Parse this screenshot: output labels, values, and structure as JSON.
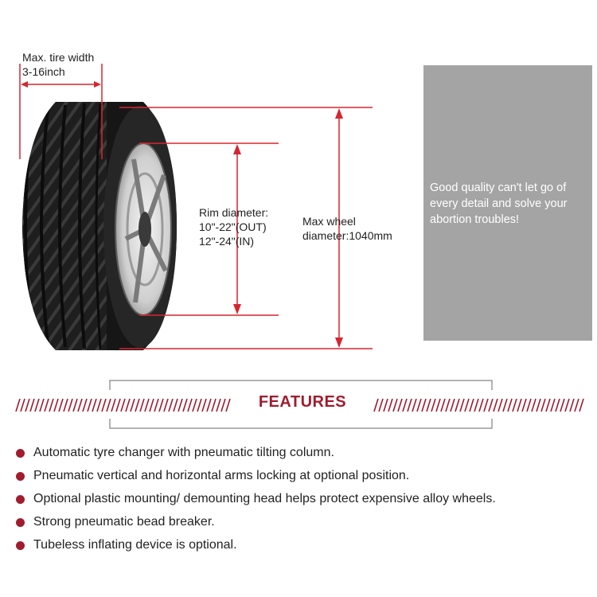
{
  "tire_diagram": {
    "tire_width_label": [
      "Max. tire width",
      "3-16inch"
    ],
    "rim_label": [
      "Rim diameter:",
      "10\"-22\"(OUT)",
      "12\"-24\"(IN)"
    ],
    "max_wheel_label": [
      "Max wheel",
      "diameter:1040mm"
    ],
    "dimension_line_color": "#d5262f"
  },
  "quality_panel": {
    "text": "Good quality can't let go of every detail and solve your abortion troubles!",
    "background": "#a4a4a4"
  },
  "features": {
    "title": "FEATURES",
    "accent_color": "#a01c2e",
    "items": [
      "Automatic tyre changer with pneumatic tilting column.",
      "Pneumatic vertical and horizontal arms locking at  optional position.",
      "Optional plastic mounting/ demounting head helps  protect expensive alloy wheels.",
      "Strong pneumatic bead breaker.",
      "Tubeless inflating device is optional."
    ]
  }
}
